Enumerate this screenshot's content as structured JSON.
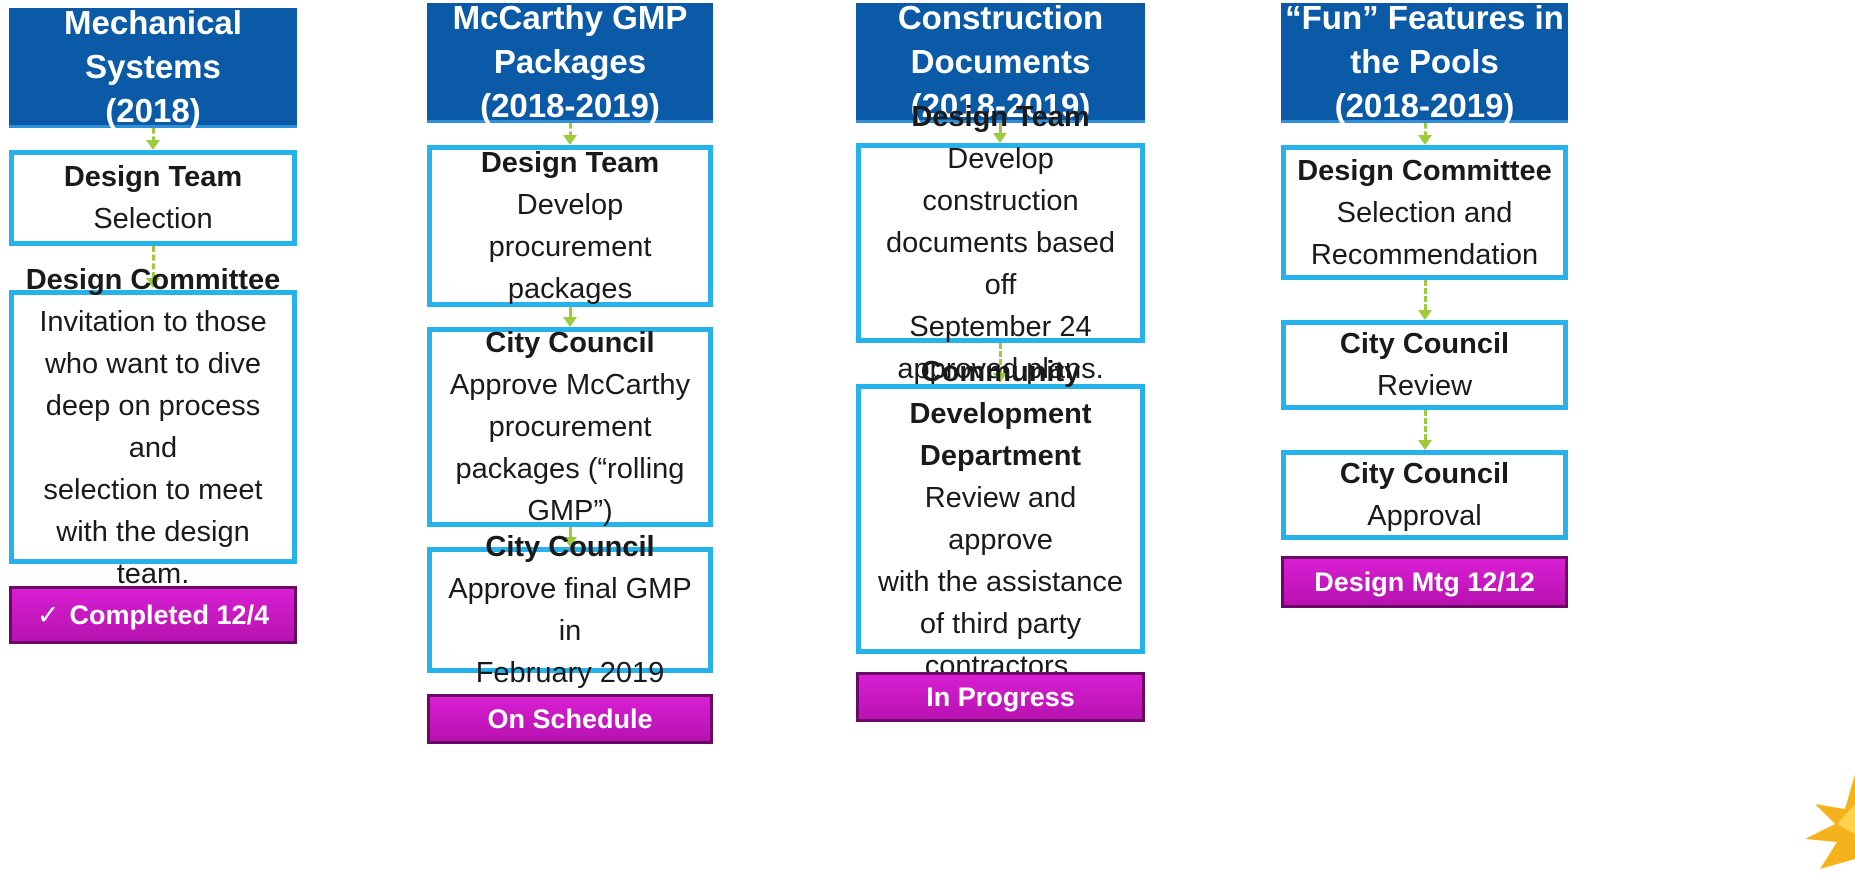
{
  "columns": [
    {
      "header": [
        "Mechanical",
        "Systems",
        "(2018)"
      ],
      "steps": [
        {
          "title": "Design Team",
          "lines": [
            "Selection"
          ]
        },
        {
          "title": "Design Committee",
          "lines": [
            "Invitation to those",
            "who want to dive",
            "deep on process and",
            "selection to meet",
            "with the design",
            "team."
          ]
        }
      ],
      "status": {
        "label": "Completed 12/4",
        "icon": "checkmark-icon",
        "icon_glyph": "✓"
      }
    },
    {
      "header": [
        "McCarthy GMP",
        "Packages",
        "(2018-2019)"
      ],
      "steps": [
        {
          "title": "Design Team",
          "lines": [
            "Develop",
            "procurement",
            "packages"
          ]
        },
        {
          "title": "City Council",
          "lines": [
            "Approve McCarthy",
            "procurement",
            "packages (“rolling",
            "GMP”)"
          ]
        },
        {
          "title": "City Council",
          "lines": [
            "Approve final GMP in",
            "February 2019"
          ]
        }
      ],
      "status": {
        "label": "On Schedule"
      }
    },
    {
      "header": [
        "Construction",
        "Documents",
        "(2018-2019)"
      ],
      "steps": [
        {
          "title": "Design Team",
          "lines": [
            "Develop construction",
            "documents based off",
            "September 24",
            "approved plans."
          ]
        },
        {
          "title": "Community",
          "title2": "Development",
          "title3": "Department",
          "lines": [
            "Review and approve",
            "with the assistance",
            "of third party",
            "contractors."
          ]
        }
      ],
      "status": {
        "label": "In Progress"
      }
    },
    {
      "header": [
        "“Fun” Features in",
        "the Pools",
        "(2018-2019)"
      ],
      "steps": [
        {
          "title": "Design Committee",
          "lines": [
            "Selection and",
            "Recommendation"
          ]
        },
        {
          "title": "City Council",
          "lines": [
            "Review"
          ]
        },
        {
          "title": "City Council",
          "lines": [
            "Approval"
          ]
        }
      ],
      "status": {
        "label": "Design Mtg 12/12"
      }
    }
  ],
  "colors": {
    "header_bg": "#0b5aa8",
    "box_border": "#26b2ea",
    "status_bg": "#c816c2",
    "connector": "#9ccb3b",
    "sun": "#f5b21c"
  }
}
